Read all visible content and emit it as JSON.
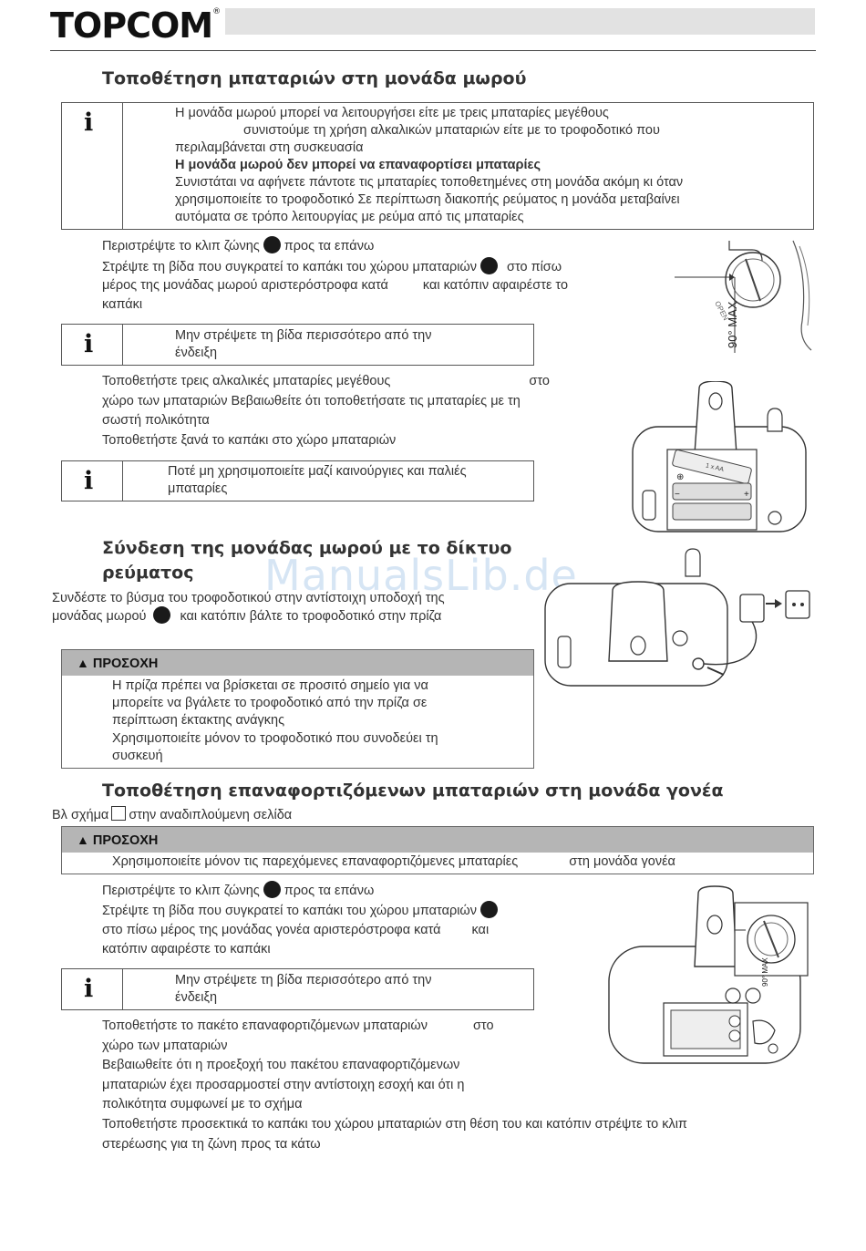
{
  "header": {
    "brand": "TOPCOM",
    "reg": "®"
  },
  "watermark": "ManualsLib.de",
  "section1": {
    "title": "Τοποθέτηση μπαταριών στη μονάδα μωρού",
    "info1": {
      "icon": "info-icon",
      "line1": "Η μονάδα μωρού μπορεί να λειτουργήσει είτε με τρεις μπαταρίες μεγέθους",
      "line2": "συνιστούμε τη χρήση αλκαλικών μπαταριών  είτε με το τροφοδοτικό που",
      "line3": "περιλαμβάνεται στη συσκευασία",
      "line4_bold": "Η μονάδα μωρού δεν μπορεί να επαναφορτίσει μπαταρίες",
      "line5": "Συνιστάται να αφήνετε πάντοτε τις μπαταρίες τοποθετημένες στη μονάδα  ακόμη κι όταν",
      "line6": "χρησιμοποιείτε το τροφοδοτικό  Σε περίπτωση διακοπής ρεύματος  η μονάδα μεταβαίνει",
      "line7": "αυτόματα σε τρόπο λειτουργίας με ρεύμα από τις μπαταρίες"
    },
    "step1a": "Περιστρέψτε το κλιπ ζώνης",
    "step1b": "προς τα επάνω",
    "step2a": "Στρέψτε τη βίδα που συγκρατεί το καπάκι του χώρου μπαταριών",
    "step2b": "στο πίσω",
    "step2c": "μέρος της μονάδας μωρού  αριστερόστροφα κατά",
    "step2d": "και κατόπιν αφαιρέστε το",
    "step2e": "καπάκι",
    "info2": {
      "line1": "Μην στρέψετε τη βίδα περισσότερο από την",
      "line2": "ένδειξη"
    },
    "step3a": "Τοποθετήστε τρεις αλκαλικές μπαταρίες μεγέθους",
    "step3b": "στο",
    "step3c": "χώρο των μπαταριών  Βεβαιωθείτε ότι τοποθετήσατε τις μπαταρίες με τη",
    "step3d": "σωστή πολικότητα",
    "step4": "Τοποθετήστε ξανά το καπάκι στο χώρο μπαταριών",
    "info3": {
      "line1": "Ποτέ μη χρησιμοποιείτε μαζί καινούργιες και παλιές",
      "line2": "μπαταρίες"
    },
    "fig_label_open": "OPEN",
    "fig_label_max": "90° MAX",
    "fig_label_battery": "1 x AA"
  },
  "section2": {
    "title_line1": "Σύνδεση της μονάδας μωρού με το δίκτυο",
    "title_line2": "ρεύματος",
    "text1": "Συνδέστε το βύσμα του τροφοδοτικού στην αντίστοιχη υποδοχή της",
    "text2a": "μονάδας μωρού",
    "text2b": "και κατόπιν βάλτε το τροφοδοτικό στην πρίζα",
    "warning": {
      "label": "ΠΡΟΣΟΧΗ",
      "line1": "Η πρίζα πρέπει να βρίσκεται σε προσιτό σημείο  για να",
      "line2": "μπορείτε να βγάλετε το τροφοδοτικό από την πρίζα σε",
      "line3": "περίπτωση έκτακτης ανάγκης",
      "line4": "Χρησιμοποιείτε μόνον το τροφοδοτικό που συνοδεύει τη",
      "line5": "συσκευή"
    }
  },
  "section3": {
    "title": "Τοποθέτηση επαναφορτιζόμενων μπαταριών στη μονάδα γονέα",
    "ref_a": "Βλ  σχήμα",
    "ref_b": "στην αναδιπλούμενη σελίδα",
    "warning": {
      "label": "ΠΡΟΣΟΧΗ",
      "line1a": "Χρησιμοποιείτε μόνον τις παρεχόμενες επαναφορτιζόμενες μπαταρίες",
      "line1b": "στη μονάδα γονέα"
    },
    "step1a": "Περιστρέψτε το κλιπ ζώνης",
    "step1b": "προς τα επάνω",
    "step2a": "Στρέψτε τη βίδα που συγκρατεί το καπάκι του χώρου μπαταριών",
    "step2b": "στο πίσω μέρος της μονάδας γονέα  αριστερόστροφα κατά",
    "step2c": "και",
    "step2d": "κατόπιν αφαιρέστε το καπάκι",
    "info": {
      "line1": "Μην στρέψετε τη βίδα περισσότερο από την",
      "line2": "ένδειξη"
    },
    "step3a": "Τοποθετήστε το πακέτο επαναφορτιζόμενων μπαταριών",
    "step3b": "στο",
    "step3c": "χώρο των μπαταριών",
    "step4a": "Βεβαιωθείτε ότι η προεξοχή του πακέτου επαναφορτιζόμενων",
    "step4b": "μπαταριών έχει προσαρμοστεί στην αντίστοιχη εσοχή και ότι η",
    "step4c": "πολικότητα συμφωνεί με το σχήμα",
    "step5a": "Τοποθετήστε προσεκτικά το καπάκι του χώρου μπαταριών στη θέση του και κατόπιν στρέψτε το κλιπ",
    "step5b": "στερέωσης για τη ζώνη προς τα κάτω",
    "fig_label_max": "90° MAX"
  }
}
